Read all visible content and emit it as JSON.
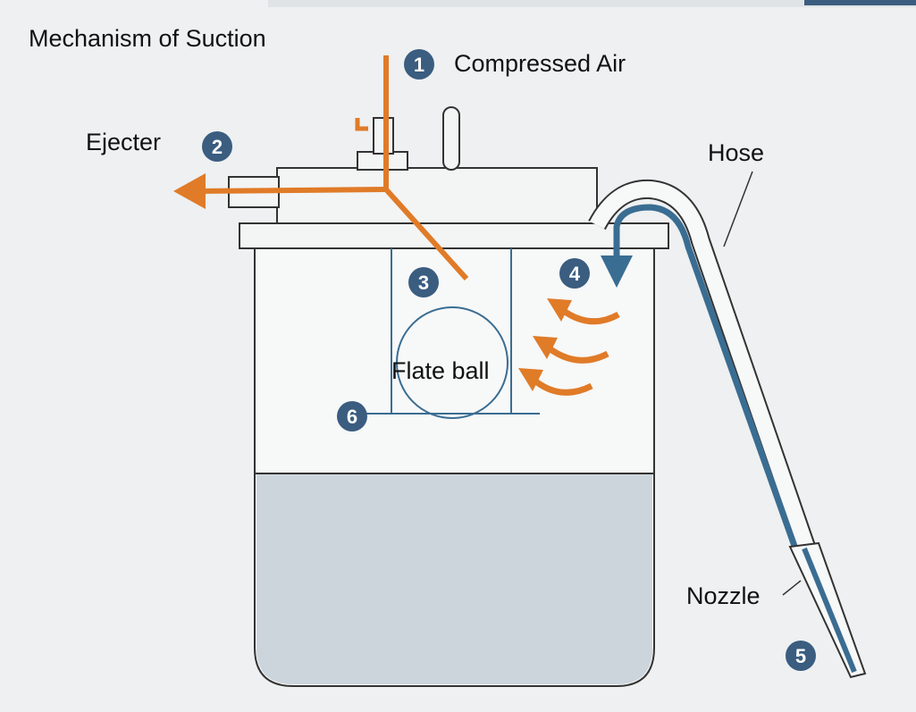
{
  "title": "Mechanism of Suction",
  "labels": {
    "compressed_air": "Compressed Air",
    "ejecter": "Ejecter",
    "hose": "Hose",
    "nozzle": "Nozzle",
    "flate_ball": "Flate ball"
  },
  "markers": [
    "1",
    "2",
    "3",
    "4",
    "5",
    "6"
  ],
  "colors": {
    "background": "#eef0f1",
    "air_flow": "#e07b28",
    "suction_flow": "#3a6d92",
    "marker": "#3a5d80",
    "liquid": "#cdd5dc",
    "outline": "#333333"
  }
}
